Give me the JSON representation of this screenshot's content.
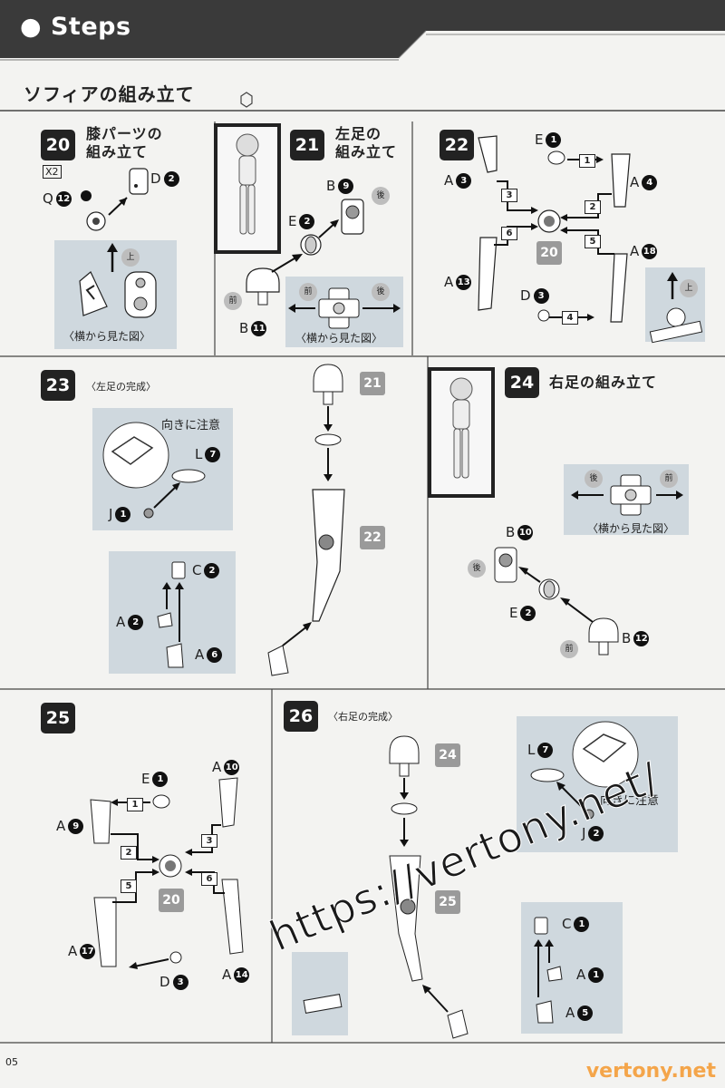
{
  "header": {
    "title": "Steps"
  },
  "section_title": "ソフィアの組み立て",
  "steps": {
    "s20": {
      "number": "20",
      "title_line1": "膝パーツの",
      "title_line2": "組み立て",
      "multiplier": "X2",
      "labels": {
        "q": "Q",
        "q_num": "12",
        "d": "D",
        "d_num": "2"
      },
      "panel": {
        "up": "上",
        "caption": "〈横から見た図〉"
      }
    },
    "s21": {
      "number": "21",
      "title_line1": "左足の",
      "title_line2": "組み立て",
      "labels": {
        "b_top": "B",
        "b_top_num": "9",
        "back": "後",
        "e": "E",
        "e_num": "2",
        "front": "前",
        "b_bottom": "B",
        "b_bottom_num": "11"
      },
      "panel": {
        "front": "前",
        "back": "後",
        "caption": "〈横から見た図〉"
      }
    },
    "s22": {
      "number": "22",
      "labels": {
        "e": "E",
        "e_num": "1",
        "a3": "A",
        "a3_num": "3",
        "a4": "A",
        "a4_num": "4",
        "a13": "A",
        "a13_num": "13",
        "a18": "A",
        "a18_num": "18",
        "d": "D",
        "d_num": "3"
      },
      "seq": [
        "1",
        "2",
        "3",
        "4",
        "5",
        "6"
      ],
      "ref": "20",
      "panel": {
        "up": "上"
      }
    },
    "s23": {
      "number": "23",
      "subtitle": "〈左足の完成〉",
      "ref21": "21",
      "ref22": "22",
      "labels": {
        "note": "向きに注意",
        "l": "L",
        "l_num": "7",
        "j": "J",
        "j_num": "1",
        "c": "C",
        "c_num": "2",
        "a2": "A",
        "a2_num": "2",
        "a6": "A",
        "a6_num": "6"
      }
    },
    "s24": {
      "number": "24",
      "title": "右足の組み立て",
      "labels": {
        "back": "後",
        "front": "前",
        "caption": "〈横から見た図〉",
        "b_top": "B",
        "b_top_num": "10",
        "back2": "後",
        "e": "E",
        "e_num": "2",
        "front2": "前",
        "b_bottom": "B",
        "b_bottom_num": "12"
      }
    },
    "s25": {
      "number": "25",
      "labels": {
        "e": "E",
        "e_num": "1",
        "a10": "A",
        "a10_num": "10",
        "a9": "A",
        "a9_num": "9",
        "a17": "A",
        "a17_num": "17",
        "a14": "A",
        "a14_num": "14",
        "d": "D",
        "d_num": "3"
      },
      "seq": [
        "1",
        "2",
        "3",
        "5",
        "6"
      ],
      "ref": "20"
    },
    "s26": {
      "number": "26",
      "subtitle": "〈右足の完成〉",
      "ref24": "24",
      "ref25": "25",
      "labels": {
        "l": "L",
        "l_num": "7",
        "note": "向きに注意",
        "j": "J",
        "j_num": "2",
        "c": "C",
        "c_num": "1",
        "a1": "A",
        "a1_num": "1",
        "a5": "A",
        "a5_num": "5"
      }
    }
  },
  "watermark": "https://vertony.net/",
  "footer_mark": "vertony.net",
  "page_number": "05",
  "colors": {
    "header": "#3a3a3a",
    "panel": "#cfd8de",
    "ref_badge": "#9a9a9a",
    "step_badge": "#222222"
  }
}
